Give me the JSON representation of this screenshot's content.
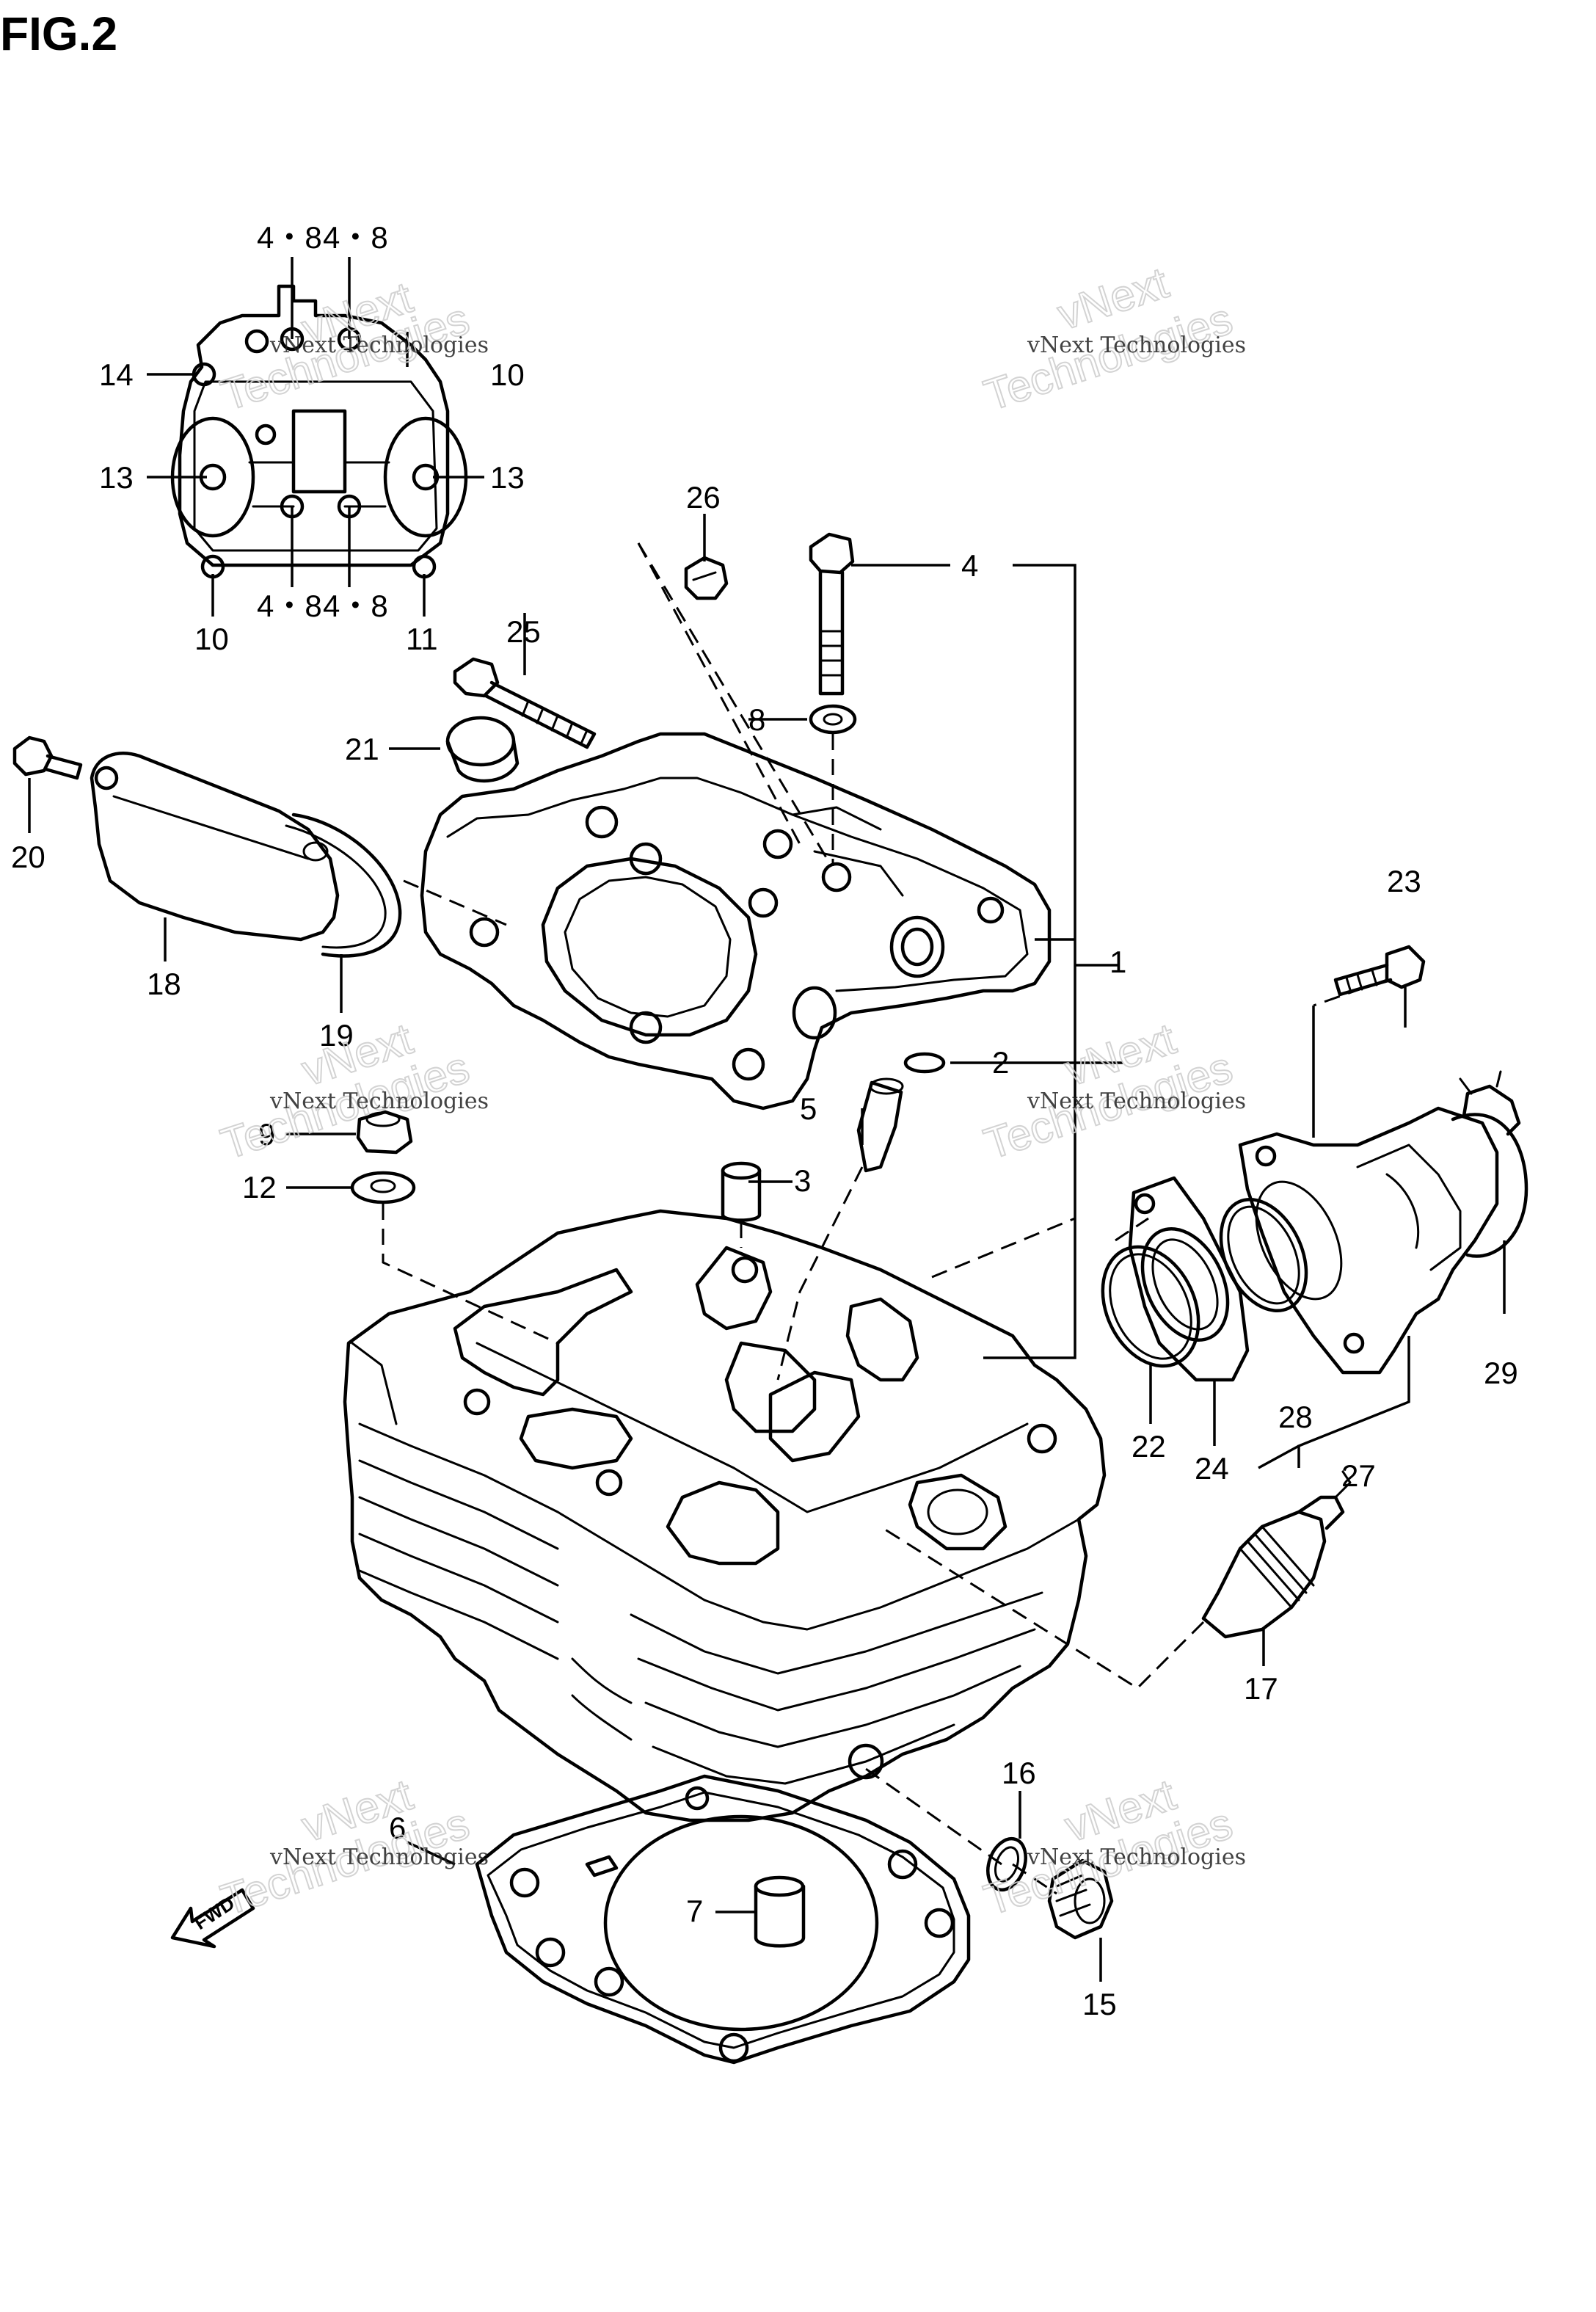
{
  "figure": {
    "title": "FIG.2"
  },
  "watermark": {
    "line1": "vNext Technologies",
    "line2": "vNext",
    "line3": "Technologies"
  },
  "direction": {
    "label": "FWD"
  },
  "callouts": {
    "c1": "1",
    "c2": "2",
    "c3": "3",
    "c4": "4",
    "c5": "5",
    "c6": "6",
    "c7": "7",
    "c8": "8",
    "c9": "9",
    "c10a": "10",
    "c10b": "10",
    "c11": "11",
    "c12": "12",
    "c13a": "13",
    "c13b": "13",
    "c14": "14",
    "c15": "15",
    "c16": "16",
    "c17": "17",
    "c18": "18",
    "c19": "19",
    "c20": "20",
    "c21": "21",
    "c22": "22",
    "c23": "23",
    "c24": "24",
    "c25": "25",
    "c26": "26",
    "c27": "27",
    "c28": "28",
    "c29": "29",
    "c48a": "4・8",
    "c48b": "4・8",
    "c48c": "4・8",
    "c48d": "4・8"
  }
}
